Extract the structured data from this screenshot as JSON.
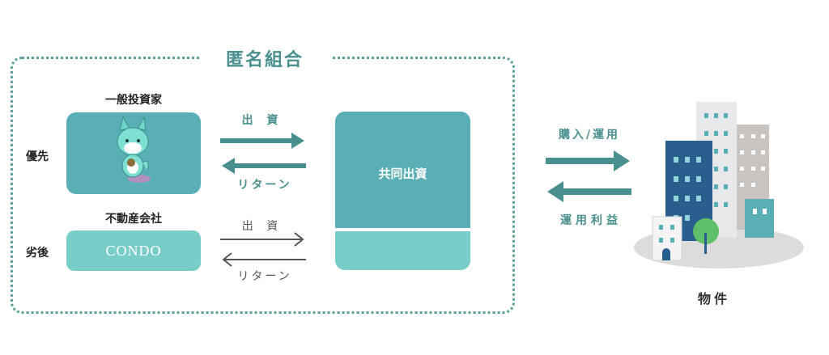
{
  "frame": {
    "title": "匿名組合"
  },
  "investor": {
    "label": "一般投資家",
    "row_label": "優先"
  },
  "company": {
    "label": "不動産会社",
    "row_label": "劣後",
    "logo_text": "CONDO"
  },
  "fund": {
    "label": "共同出資"
  },
  "flows_upper": {
    "invest": "出 資",
    "return": "リターン"
  },
  "flows_lower": {
    "invest": "出 資",
    "return": "リターン"
  },
  "flows_property": {
    "buy_operate": "購入/運用",
    "profit": "運用利益"
  },
  "property": {
    "label": "物件"
  },
  "colors": {
    "teal": "#5aaeb5",
    "light_teal": "#78cdc9",
    "dark_teal": "#4a8f8f",
    "navy": "#2a5e8c"
  }
}
